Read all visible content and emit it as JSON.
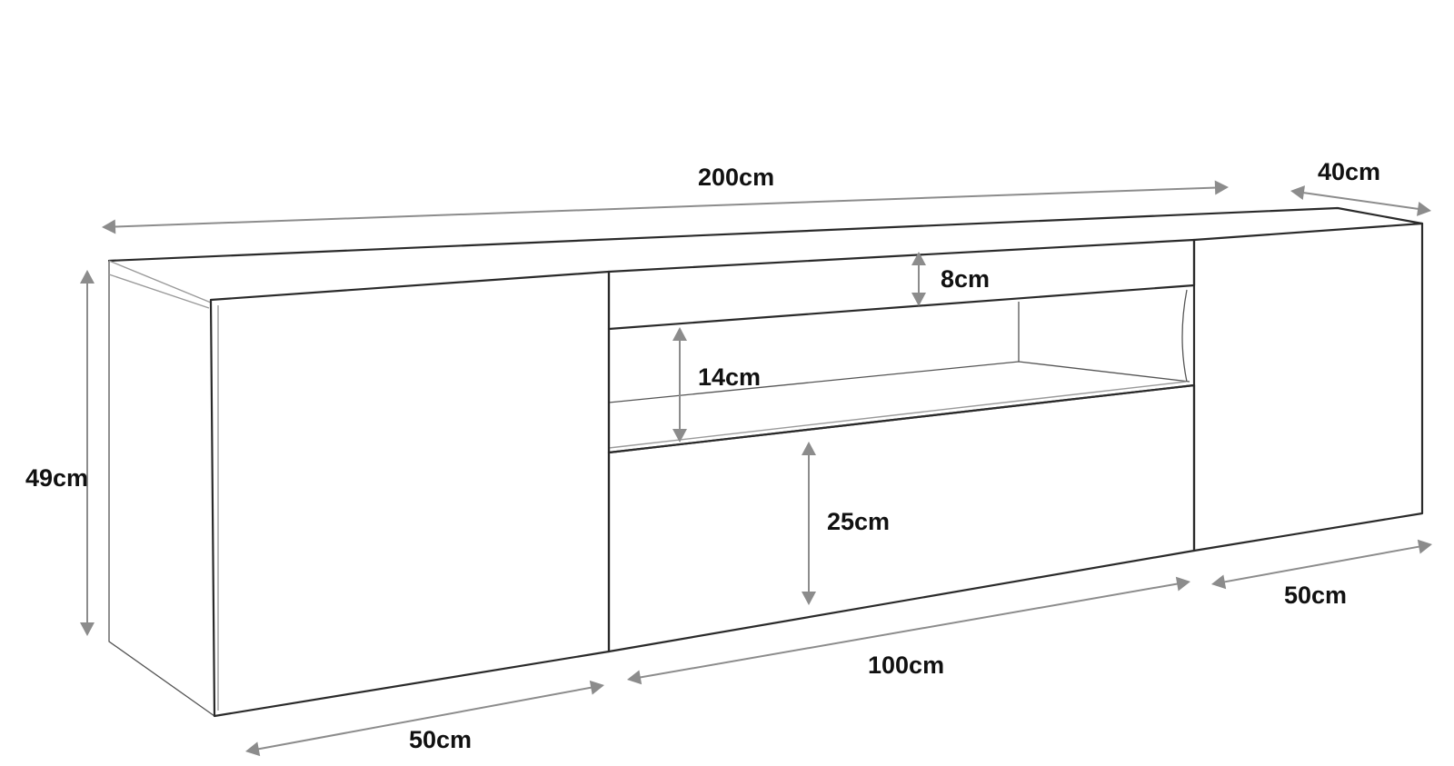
{
  "dimensions": {
    "total_width": "200cm",
    "depth": "40cm",
    "height": "49cm",
    "top_flap": "8cm",
    "open_shelf": "14cm",
    "bottom_flap": "25cm",
    "left_door_width": "50cm",
    "center_width": "100cm",
    "right_door_width": "50cm"
  },
  "colors": {
    "outline": "#2a2a2a",
    "dimension_arrow": "#8c8c8c",
    "label": "#111111"
  }
}
